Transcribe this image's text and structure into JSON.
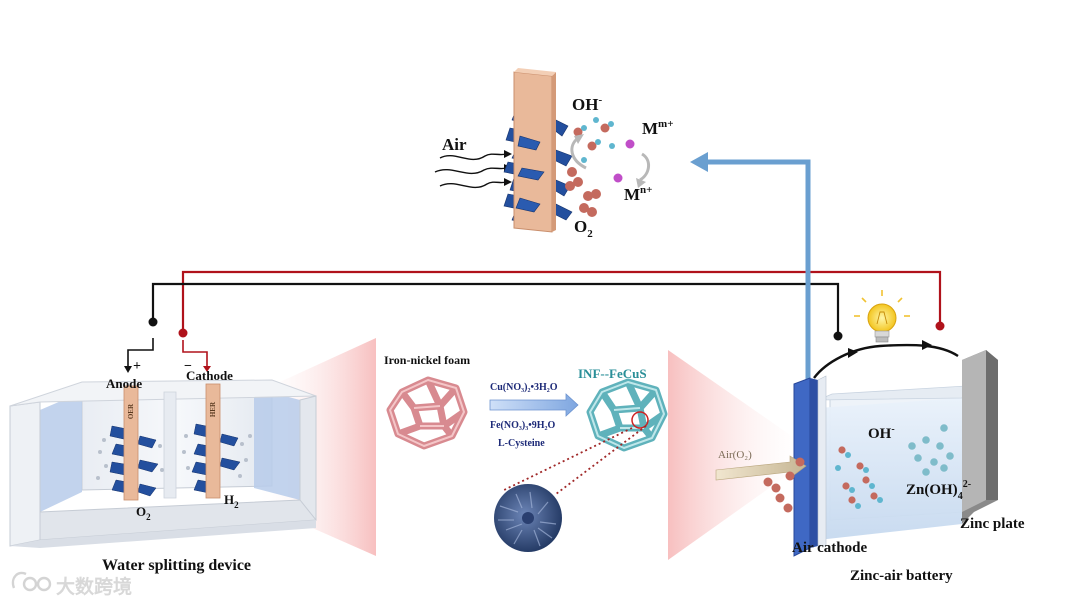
{
  "labels": {
    "air": "Air",
    "oh_top": "OH",
    "oh_top_sup": "-",
    "mm": "M",
    "mm_sup": "m+",
    "mn": "M",
    "mn_sup": "n+",
    "o2_top": "O",
    "o2_top_sub": "2",
    "anode": "Anode",
    "anode_sign": "+",
    "cathode": "Cathode",
    "cathode_sign": "−",
    "oer": "OER",
    "her": "HER",
    "o2_bottom": "O",
    "o2_bottom_sub": "2",
    "h2": "H",
    "h2_sub": "2",
    "water_splitting_device": "Water splitting device",
    "iron_nickel_foam": "Iron-nickel foam",
    "reagent_1": "Cu(NO₃)₂•3H₂O",
    "reagent_2": "Fe(NO₃)₃•9H₂O",
    "reagent_3": "L-Cysteine",
    "inf_fecus": "INF--FeCuS",
    "air_o2": "Air(O₂)",
    "oh_battery": "OH",
    "oh_battery_sup": "-",
    "zincate": "Zn(OH)",
    "zincate_sub": "4",
    "zincate_sup": "2-",
    "zinc_plate": "Zinc plate",
    "air_cathode": "Air cathode",
    "zinc_air_battery": "Zinc-air battery"
  },
  "watermark": {
    "text": "大数跨境"
  },
  "colors": {
    "wire_red": "#b0121b",
    "wire_black": "#111111",
    "arrow_blue": "#6a9fd0",
    "electrode_tan": "#e9b99a",
    "catalyst_blue": "#234f9e",
    "oxygen_ball": "#c46a5e",
    "hydroxide_ball": "#5fb6cf",
    "metal_ion": "#c04ec8",
    "foam_pink": "#df9a9e",
    "foam_teal": "#6fc0c8",
    "zoom_pink": "#f4b4b4",
    "tank_blue": "#cfe0f2"
  }
}
